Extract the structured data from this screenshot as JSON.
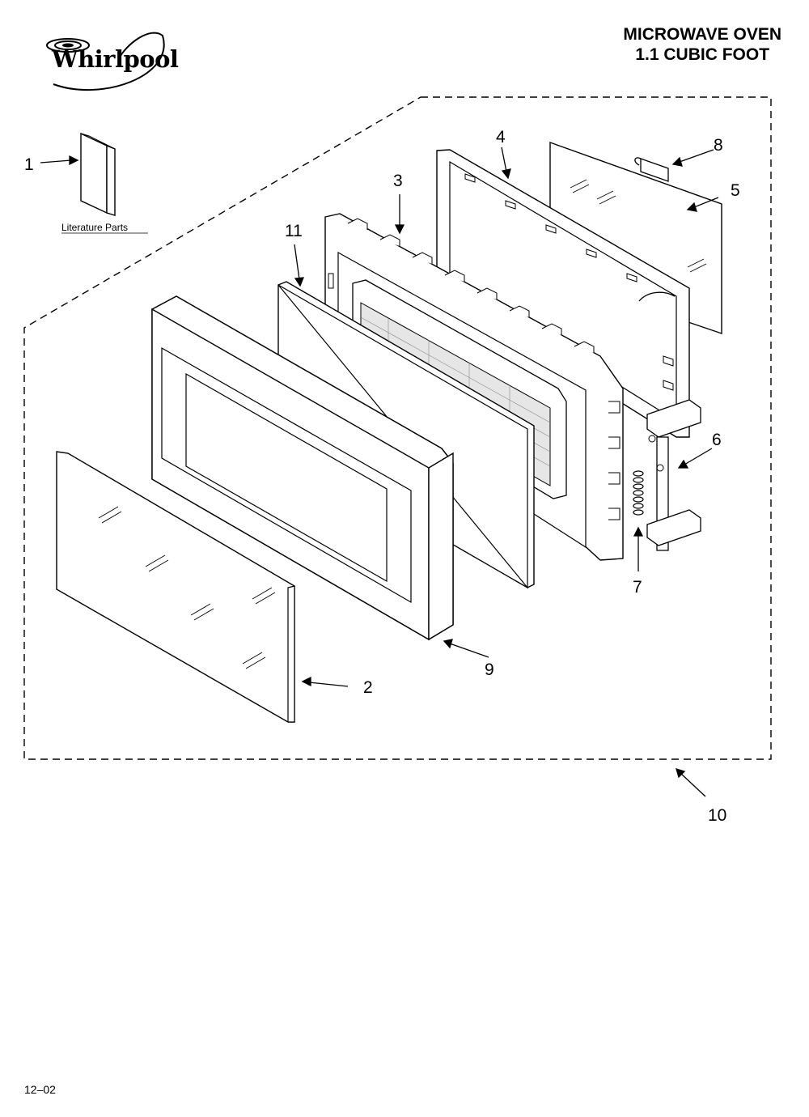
{
  "brand": {
    "name": "Whirlpool"
  },
  "title": {
    "line1": "MICROWAVE OVEN",
    "line2": "1.1 CUBIC FOOT"
  },
  "literature": {
    "label": "Literature Parts"
  },
  "callouts": [
    "1",
    "2",
    "3",
    "4",
    "5",
    "6",
    "7",
    "8",
    "9",
    "10",
    "11"
  ],
  "footer": {
    "code": "12–02"
  }
}
